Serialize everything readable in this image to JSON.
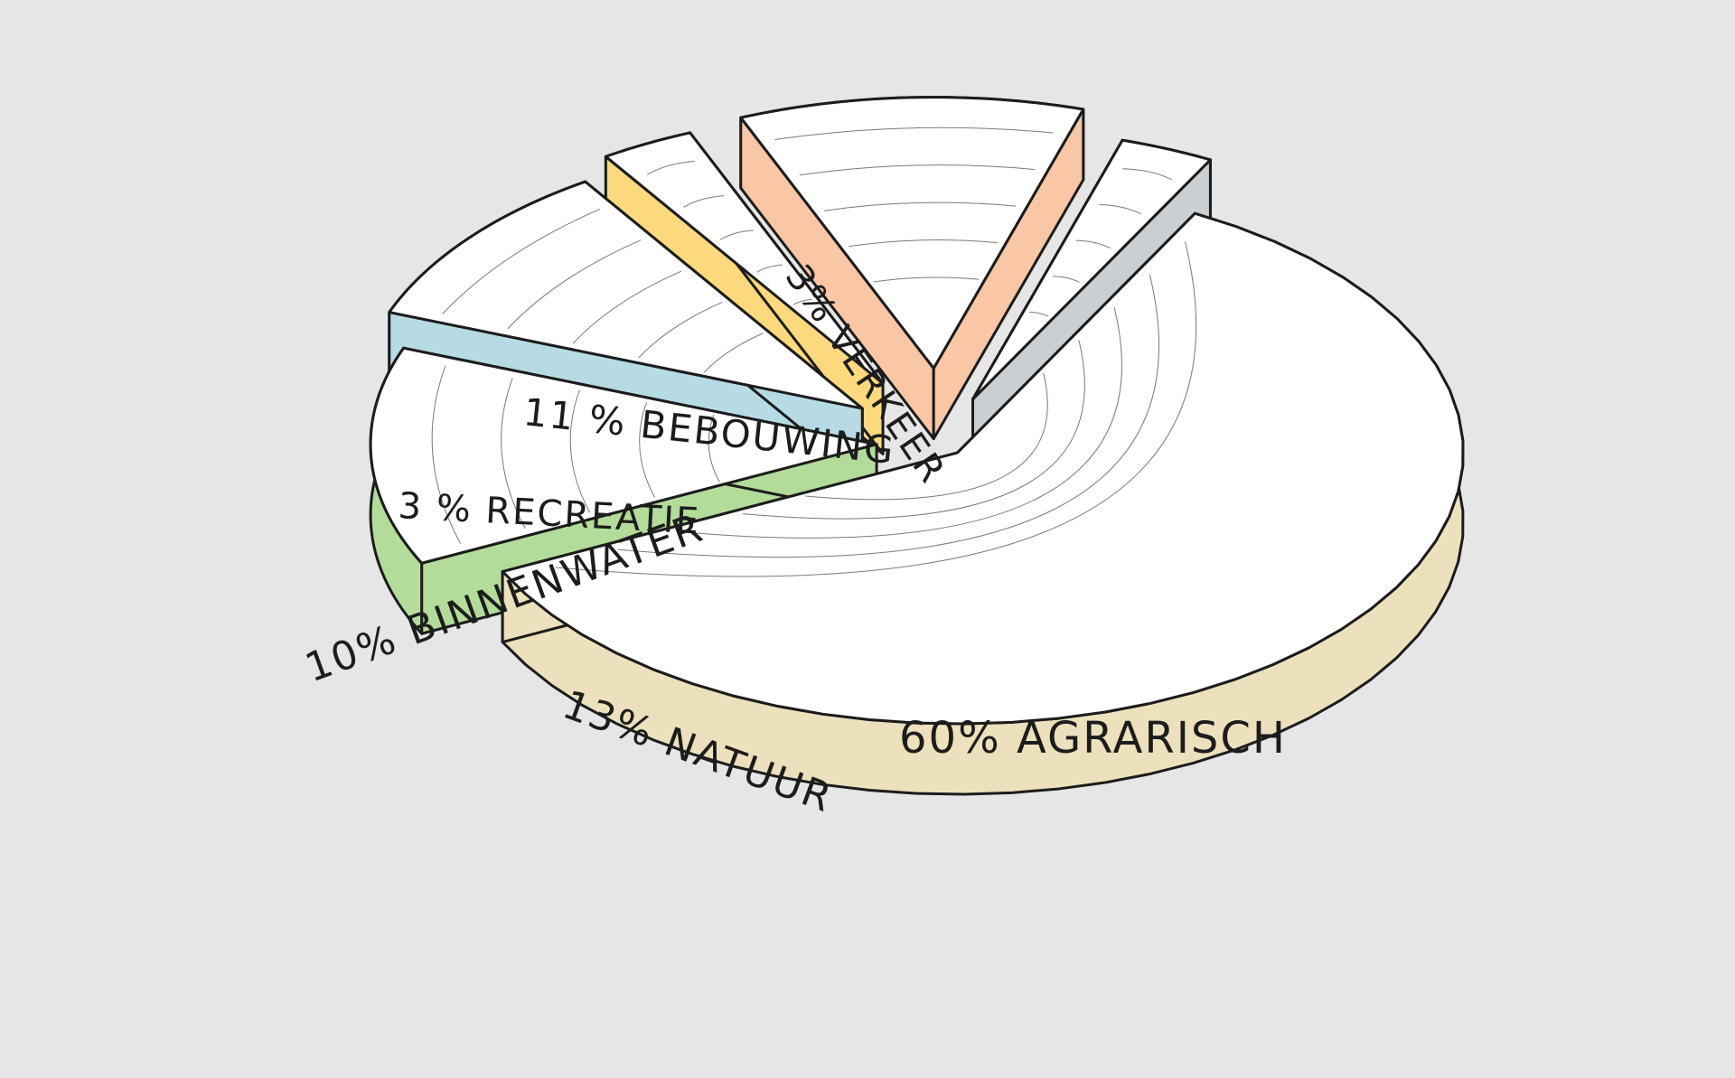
{
  "chart_data": {
    "type": "pie",
    "style": "exploded 3D illustrated pie",
    "title": "",
    "legend": "none",
    "slices": [
      {
        "name": "AGRARISCH",
        "label": "60% AGRARISCH",
        "value": 60,
        "color": "#ede1bd"
      },
      {
        "name": "NATUUR",
        "label": "13% NATUUR",
        "value": 13,
        "color": "#b3dc9a"
      },
      {
        "name": "BINNENWATER",
        "label": "10% BINNENWATER",
        "value": 10,
        "color": "#b7dbe5"
      },
      {
        "name": "RECREATIE",
        "label": "3 % RECREATIE",
        "value": 3,
        "color": "#fcd97d"
      },
      {
        "name": "BEBOUWING",
        "label": "11 % BEBOUWING",
        "value": 11,
        "color": "#f9c6a6"
      },
      {
        "name": "VERKEER",
        "label": "3% VERKEER",
        "value": 3,
        "color": "#c9cfd2"
      }
    ]
  }
}
